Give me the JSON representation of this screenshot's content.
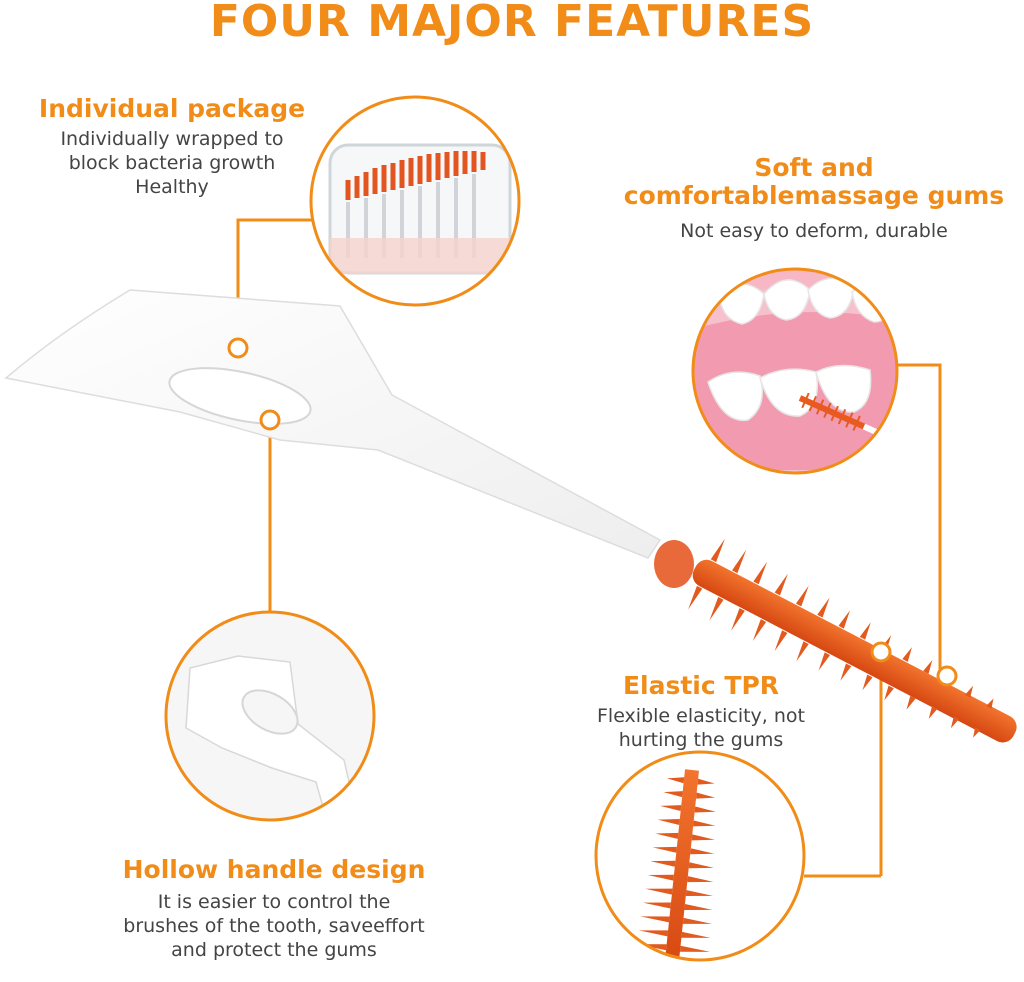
{
  "title": "FOUR MAJOR FEATURES",
  "colors": {
    "accent": "#f08c17",
    "brush_orange": "#e85a1f",
    "text_gray": "#444444",
    "gum_pink": "#f4a3b5",
    "handle_white": "#ffffff"
  },
  "features": {
    "individual_package": {
      "heading": "Individual package",
      "lines": [
        "Individually wrapped to",
        "block bacteria growth",
        "Healthy"
      ]
    },
    "soft_gums": {
      "heading_lines": [
        "Soft and",
        "comfortablemassage gums"
      ],
      "desc": "Not easy to deform, durable"
    },
    "elastic_tpr": {
      "heading": "Elastic TPR",
      "lines": [
        "Flexible elasticity, not",
        "hurting the gums"
      ]
    },
    "hollow_handle": {
      "heading": "Hollow handle design",
      "lines": [
        "It is easier to control the",
        "brushes of the tooth, saveeffort",
        "and protect the gums"
      ]
    }
  },
  "icons": {
    "package": "brush-box-image",
    "gums": "teeth-gums-image",
    "handle": "handle-closeup-image",
    "bristles": "bristle-closeup-image",
    "product": "interdental-brush-image"
  }
}
